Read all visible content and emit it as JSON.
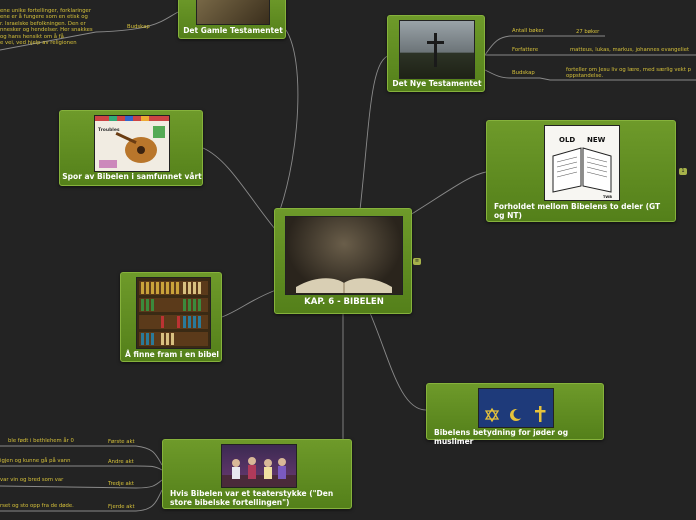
{
  "center": {
    "title": "KAP. 6 - BIBELEN",
    "badge": "≡"
  },
  "nodes": {
    "gamle": "Det Gamle Testamentet",
    "nye": "Det Nye Testamentet",
    "spor": "Spor av Bibelen i samfunnet vårt",
    "forholdet": "Forholdet mellom Bibelens to deler (GT og NT)",
    "forholdet_badge": "1",
    "finne": "Å finne fram i en bibel",
    "betydning": "Bibelens betydning for jøder og muslimer",
    "teater": "Hvis Bibelen var et teaterstykke (\"Den store bibelske fortellingen\")"
  },
  "gamle_budskap": {
    "label": "Budskap",
    "lines": [
      "ene unike fortellinger, forklaringer",
      "ene er å fungere som en etisk og",
      "r. Israelske befolkningen. Den er",
      "nnesker og hendelser. Her snakkes",
      "og hans hensikt om å få",
      "e vei, ved hjelp av religionen"
    ]
  },
  "nye_details": {
    "antall_label": "Antall bøker",
    "antall_value": "27 bøker",
    "forfattere_label": "Forfattere",
    "forfattere_value": "matteus, lukas, markus, johannes evangeliet",
    "budskap_label": "Budskap",
    "budskap_value_lines": [
      "forteller om Jesu liv og lære, med særlig vekt p",
      "oppstandelse."
    ]
  },
  "teater_akts": [
    {
      "label": "Første akt",
      "text": "ble født i bethlehem år 0"
    },
    {
      "label": "Andre akt",
      "text": "igjen og kunne gå på vann"
    },
    {
      "label": "Tredje akt",
      "text": "var vin og bred som var"
    },
    {
      "label": "Fjerde akt",
      "text": "rset og sto opp fra de døde."
    }
  ],
  "image_text": {
    "old": "OLD",
    "new": "NEW",
    "spor_text": "Troubles",
    "forholdet_corner": "TWB"
  },
  "colors": {
    "node_green": "#6e9a2a",
    "line": "#8a8a8a",
    "accent_text": "#d7c23a",
    "background": "#232323"
  }
}
